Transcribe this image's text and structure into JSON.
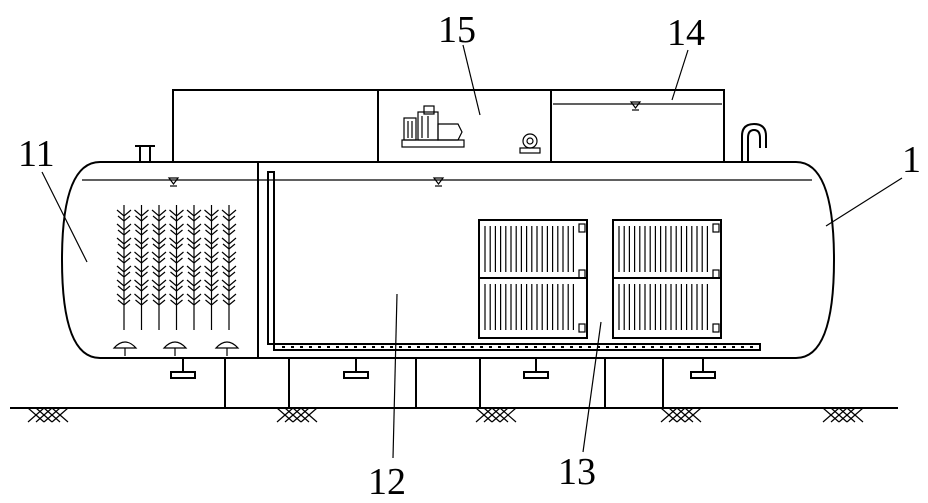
{
  "labels": {
    "l1": "1",
    "l11": "11",
    "l12": "12",
    "l13": "13",
    "l14": "14",
    "l15": "15"
  },
  "colors": {
    "stroke": "#000000",
    "background": "#ffffff"
  }
}
